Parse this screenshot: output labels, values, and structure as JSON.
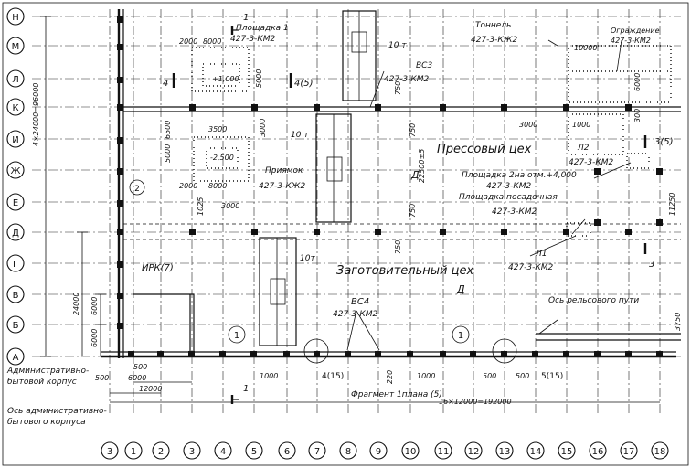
{
  "row_axes": [
    "Н",
    "М",
    "Л",
    "К",
    "И",
    "Ж",
    "Е",
    "Д",
    "Г",
    "В",
    "Б",
    "А"
  ],
  "column_axes": [
    "3",
    "1",
    "2",
    "3",
    "4",
    "5",
    "6",
    "7",
    "8",
    "9",
    "10",
    "11",
    "12",
    "13",
    "14",
    "15",
    "16",
    "17",
    "18"
  ],
  "labels": {
    "platform1": "Площадка 1",
    "platform1_ref": "427-3-КМ2",
    "tunnel": "Тоннель",
    "tunnel_ref": "427-3-КЖ2",
    "fence": "Ограждение",
    "fence_ref": "427-3-КМ2",
    "crane_10t_a": "10 т",
    "crane_10t_b": "10 т",
    "crane_10t_c": "10т",
    "vs3": "ВС3",
    "vs3_ref": "427-3-КМ2",
    "press_shop": "Прессовый цех",
    "pit": "Приямок",
    "pit_ref": "427-3-КЖ2",
    "l2": "Л2",
    "l2_ref": "427-3-КМ2",
    "platform2": "Площадка 2на отм.+4,000",
    "platform2_ref": "427-3-КМ2",
    "landing_platform": "Площадка посадочная",
    "landing_ref": "427-3-КМ2",
    "l1": "Л1",
    "l1_ref": "427-3-КМ2",
    "blank_shop": "Заготовительный цех",
    "irk": "ИРК(7)",
    "vs4": "ВС4",
    "vs4_ref": "427-3-КМ2",
    "rail_axis": "Ось рельсового пути",
    "admin_building": "Административно-\nбытовой корпус",
    "admin_axis": "Ось административно-\nбытового корпуса",
    "fragment": "Фрагмент 1плана (5)",
    "zone_d1": "Д",
    "zone_d2": "Д"
  },
  "dimensions": {
    "left_total": "4×24000=96000",
    "left_24000": "24000",
    "left_6000a": "6000",
    "left_6000b": "6000",
    "bottom_total": "16×12000=192000",
    "bottom_12000": "12000",
    "bottom_6000": "6000",
    "bottom_500a": "500",
    "bottom_500b": "500",
    "d_2000a": "2000",
    "d_8000a": "8000",
    "d_5000a": "5000",
    "d_3000a": "3000",
    "d_3500": "3500",
    "d_5000b": "5000",
    "d_6500": "6500",
    "d_2000b": "2000",
    "d_8000b": "8000",
    "d_3000b": "3000",
    "d_1025": "1025",
    "d_10000": "10000",
    "d_6000r": "6000",
    "d_3000r": "3000",
    "d_1000r": "1000",
    "d_300r": "300",
    "d_22500": "22500±5",
    "d_750a": "750",
    "d_750b": "750",
    "d_750c": "750",
    "d_750d": "750",
    "d_220": "220",
    "d_1000a": "1000",
    "d_1000b": "1000",
    "d_500a": "500",
    "d_500b": "500",
    "d_11250": "11250",
    "d_3750": "3750",
    "elev_plus1": "+1,000",
    "elev_minus2": "-2,500"
  },
  "markers": {
    "sec1_top": "1",
    "sec1_bottom": "1",
    "sec4_left": "4",
    "sec4_right": "4(5)",
    "sec3_top": "3(5)",
    "sec3_bottom": "3",
    "node1_a": "1",
    "node1_b": "1",
    "node2": "2",
    "callout_4": "4(15)",
    "callout_5": "5(15)"
  }
}
